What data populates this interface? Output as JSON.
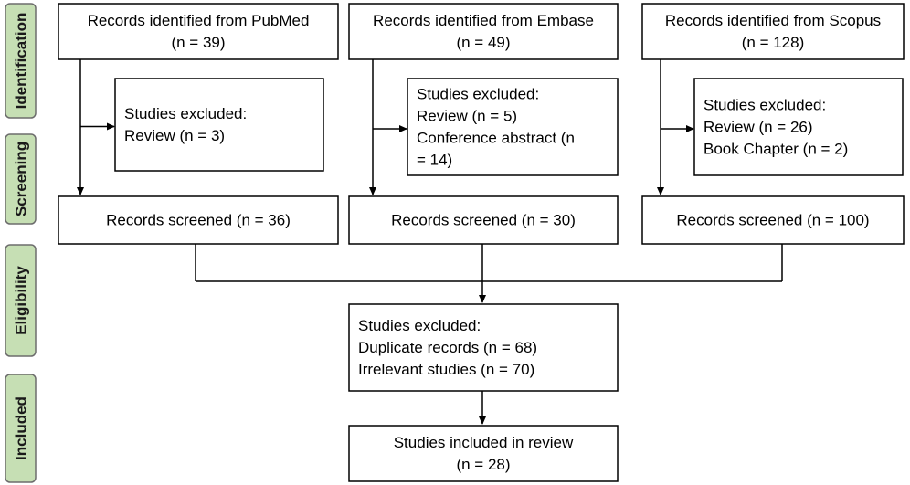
{
  "stages": [
    {
      "id": "identification",
      "label": "Identification"
    },
    {
      "id": "screening",
      "label": "Screening"
    },
    {
      "id": "eligibility",
      "label": "Eligibility"
    },
    {
      "id": "included",
      "label": "Included"
    }
  ],
  "sources": [
    {
      "id": "pubmed",
      "identified": {
        "lines": [
          "Records identified from PubMed",
          "(n = 39)"
        ]
      },
      "excluded": {
        "lines": [
          "Studies excluded:",
          "Review (n = 3)"
        ]
      },
      "screened": {
        "lines": [
          "Records screened (n = 36)"
        ]
      }
    },
    {
      "id": "embase",
      "identified": {
        "lines": [
          "Records identified from Embase",
          "(n = 49)"
        ]
      },
      "excluded": {
        "lines": [
          "Studies excluded:",
          "Review (n = 5)",
          "Conference abstract (n",
          "= 14)"
        ]
      },
      "screened": {
        "lines": [
          "Records screened (n = 30)"
        ]
      }
    },
    {
      "id": "scopus",
      "identified": {
        "lines": [
          "Records identified from Scopus",
          "(n = 128)"
        ]
      },
      "excluded": {
        "lines": [
          "Studies excluded:",
          "Review (n = 26)",
          "Book Chapter (n = 2)"
        ]
      },
      "screened": {
        "lines": [
          "Records screened (n = 100)"
        ]
      }
    }
  ],
  "eligibility": {
    "lines": [
      "Studies excluded:",
      "Duplicate records (n = 68)",
      "Irrelevant studies (n = 70)"
    ]
  },
  "included": {
    "lines": [
      "Studies included in review",
      "(n = 28)"
    ]
  },
  "colors": {
    "stage_fill": "#c6dfb4",
    "stage_stroke": "#6d6d6d",
    "box_stroke": "#000000",
    "text": "#000000"
  }
}
